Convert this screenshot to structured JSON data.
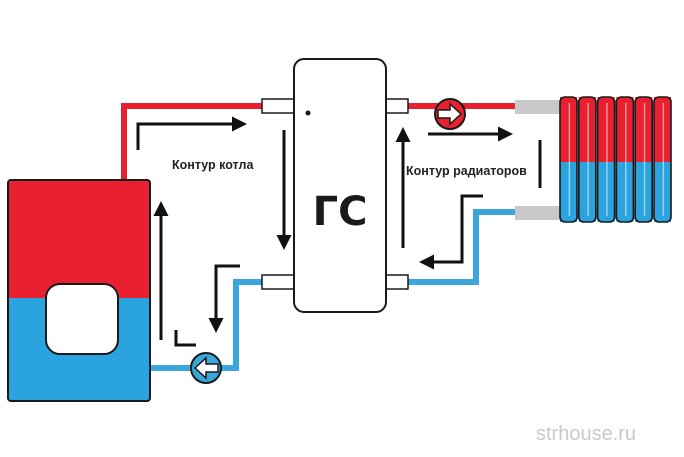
{
  "labels": {
    "boiler_circuit": "Контур котла",
    "radiator_circuit": "Контур радиаторов",
    "separator": "ГС"
  },
  "watermark": "strhouse.ru",
  "colors": {
    "hot": "#e8202f",
    "cold": "#2aa3de",
    "cold_pipe": "#3aa6dc",
    "outline": "#1a1a1a",
    "background": "#ffffff"
  },
  "icons": {
    "hot_pump": "pump-arrow-right-icon",
    "cold_pump": "pump-arrow-left-icon"
  },
  "radiator": {
    "sections": 6
  }
}
